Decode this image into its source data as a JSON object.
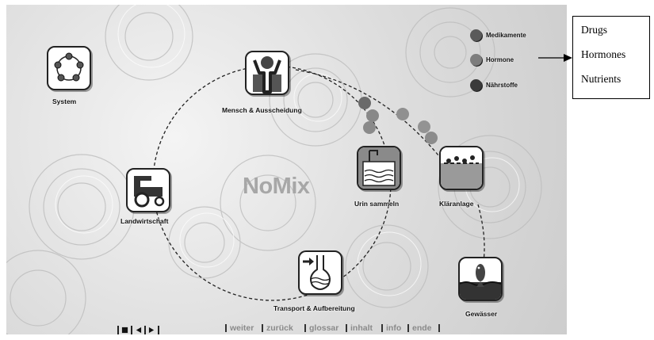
{
  "app": {
    "brand": "NoMix"
  },
  "nodes": {
    "system": "System",
    "mensch": "Mensch & Ausscheidung",
    "urin": "Urin sammeln",
    "klaeranlage": "Kläranlage",
    "landwirtschaft": "Landwirtschaft",
    "transport": "Transport & Aufbereitung",
    "gewaesser": "Gewässer"
  },
  "legend": [
    {
      "label": "Medikamente",
      "color": "#5a5a5a"
    },
    {
      "label": "Hormone",
      "color": "#7d7d7d"
    },
    {
      "label": "Nährstoffe",
      "color": "#3a3a3a"
    }
  ],
  "translation": {
    "drugs": "Drugs",
    "hormones": "Hormones",
    "nutrients": "Nutrients"
  },
  "nav": {
    "weiter": "weiter",
    "zurueck": "zurück",
    "glossar": "glossar",
    "inhalt": "inhalt",
    "info": "info",
    "ende": "ende"
  },
  "player": [
    "stop-icon",
    "rewind-icon",
    "play-icon"
  ],
  "colors": {
    "tile_border": "#222222",
    "nav_text": "#8a8a8a",
    "brand_text": "#a7a7a7"
  }
}
